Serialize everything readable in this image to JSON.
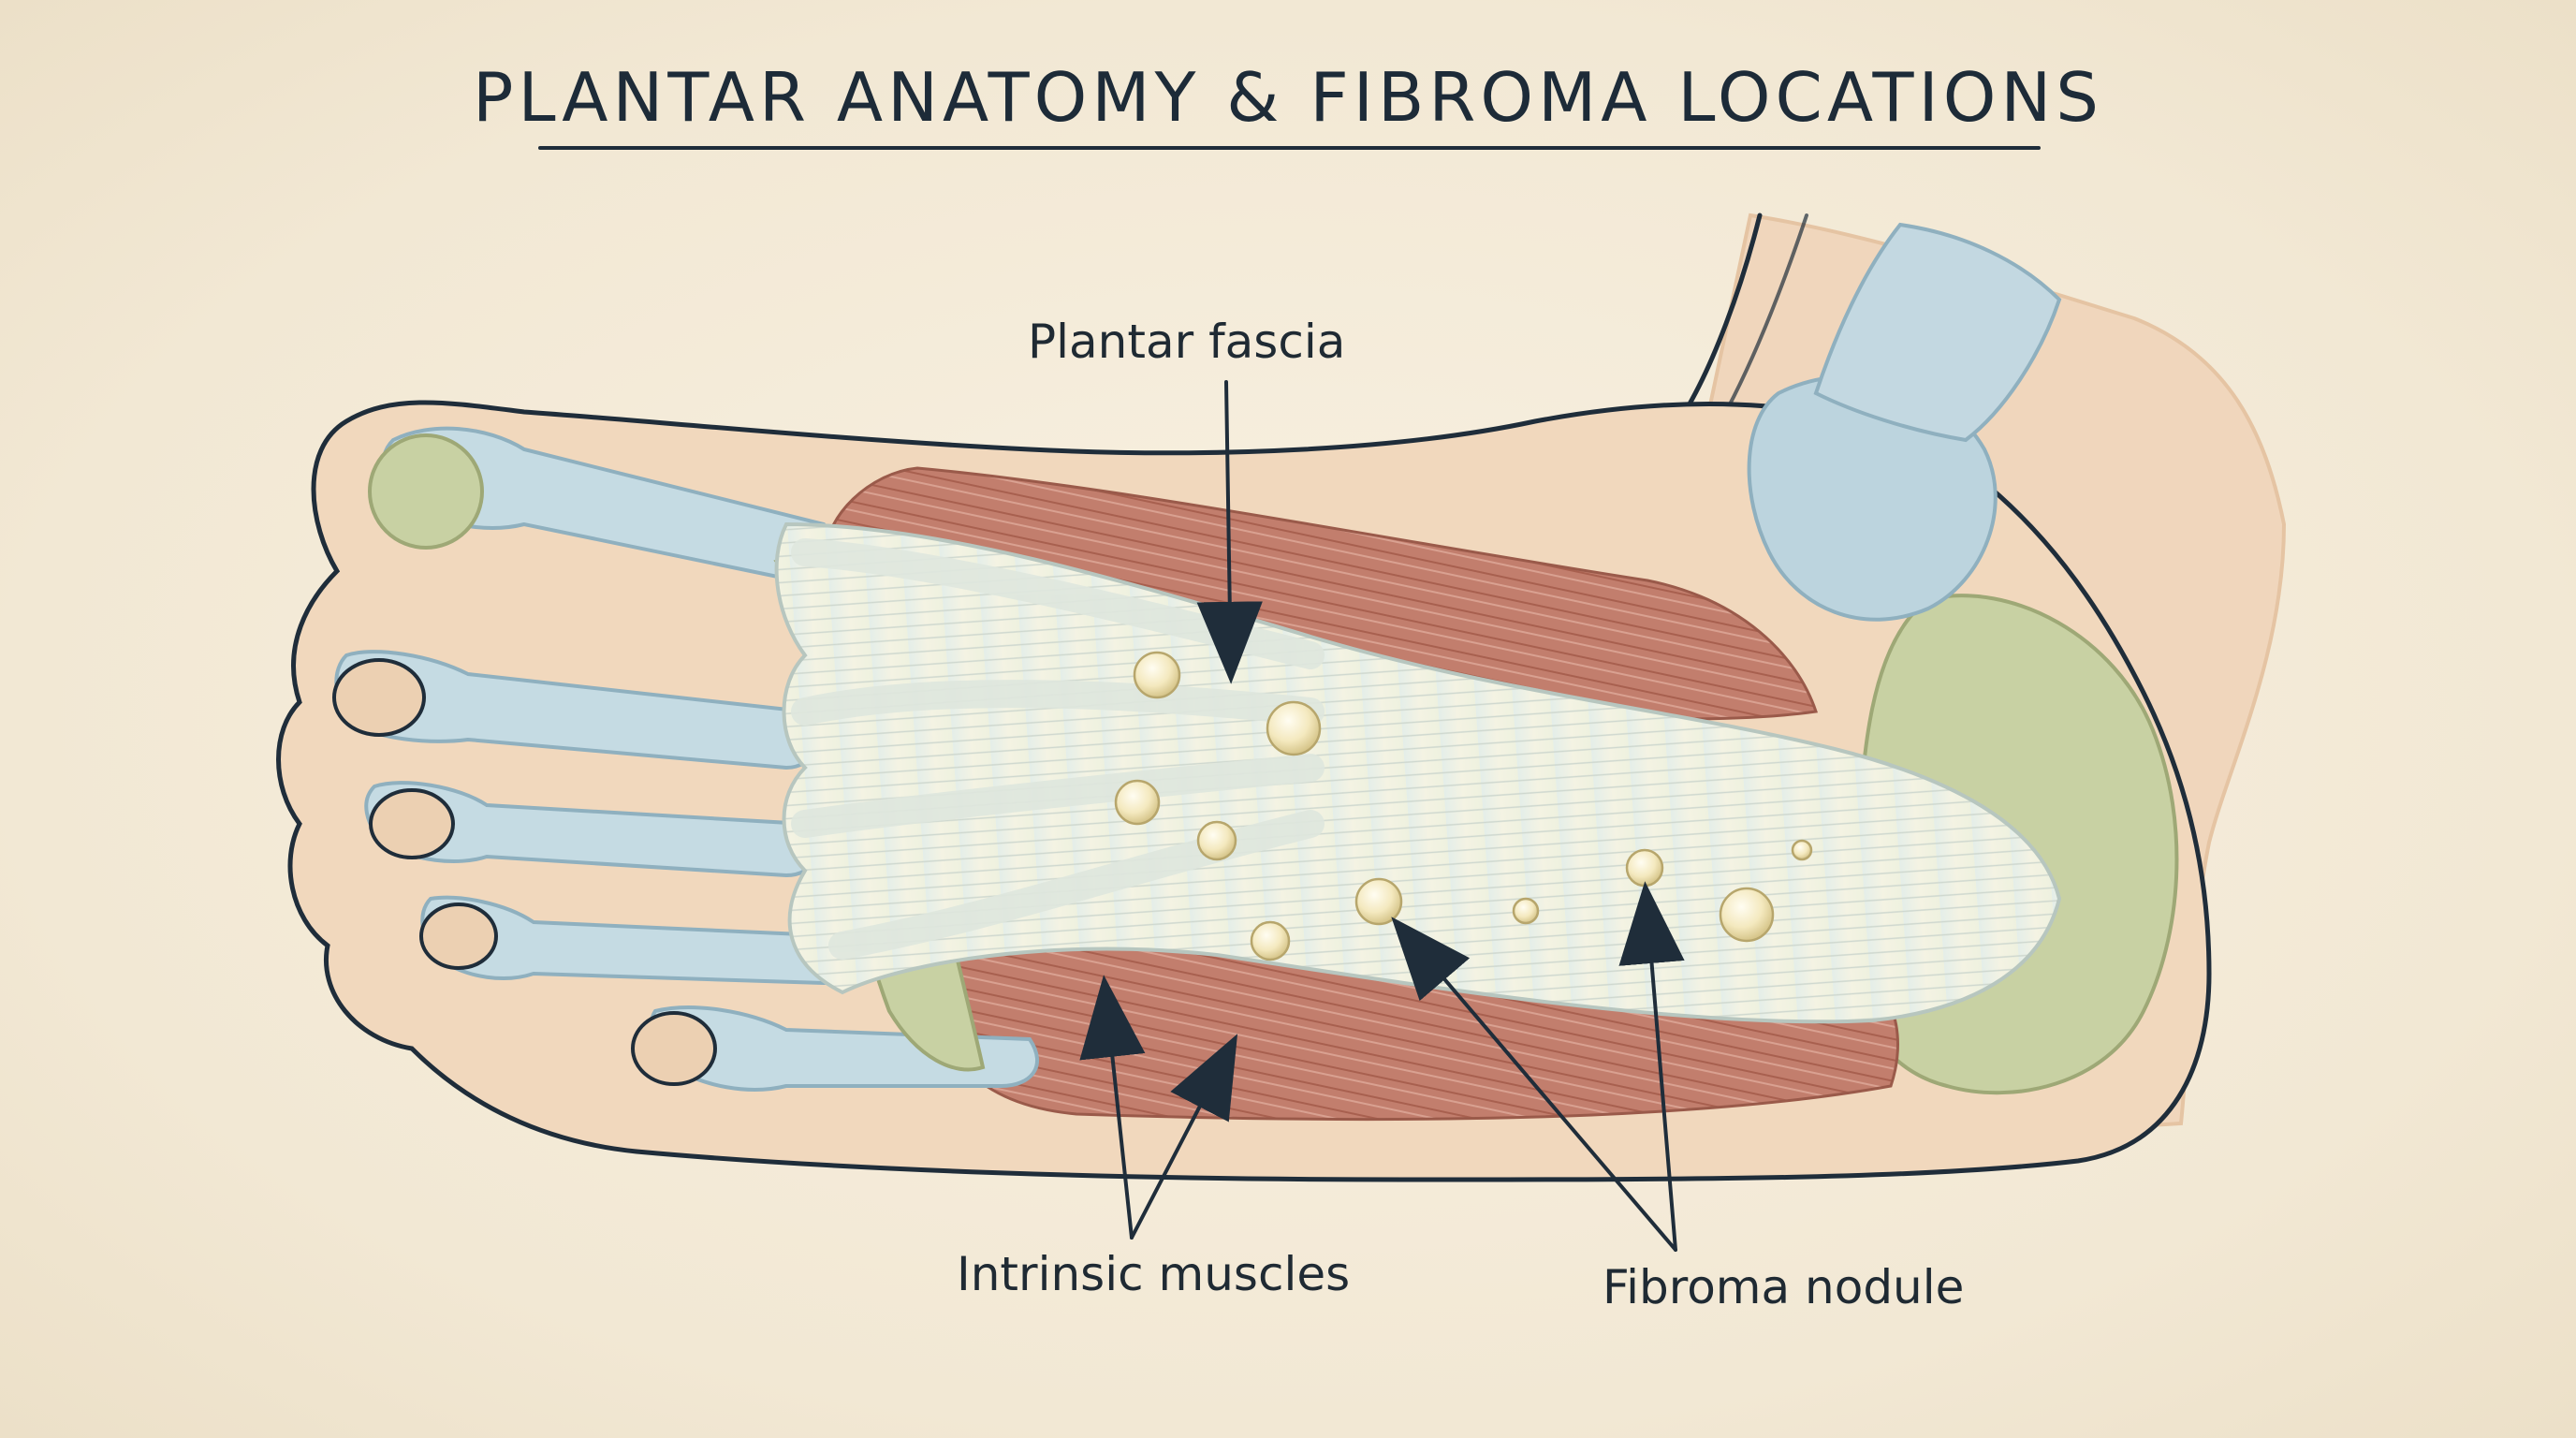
{
  "title": "PLANTAR ANATOMY & FIBROMA LOCATIONS",
  "labels": {
    "plantar_fascia": "Plantar fascia",
    "intrinsic_muscles": "Intrinsic muscles",
    "fibroma_nodule": "Fibroma nodule"
  },
  "colors": {
    "background": "#f3ead8",
    "ink": "#1f2d3a",
    "skin": "#f1d9bf",
    "bone": "#c9dde3",
    "cartilage": "#c9d2a6",
    "muscle": "#c07b6c",
    "fascia": "#eef0e2",
    "nodule": "#f6edc8"
  }
}
